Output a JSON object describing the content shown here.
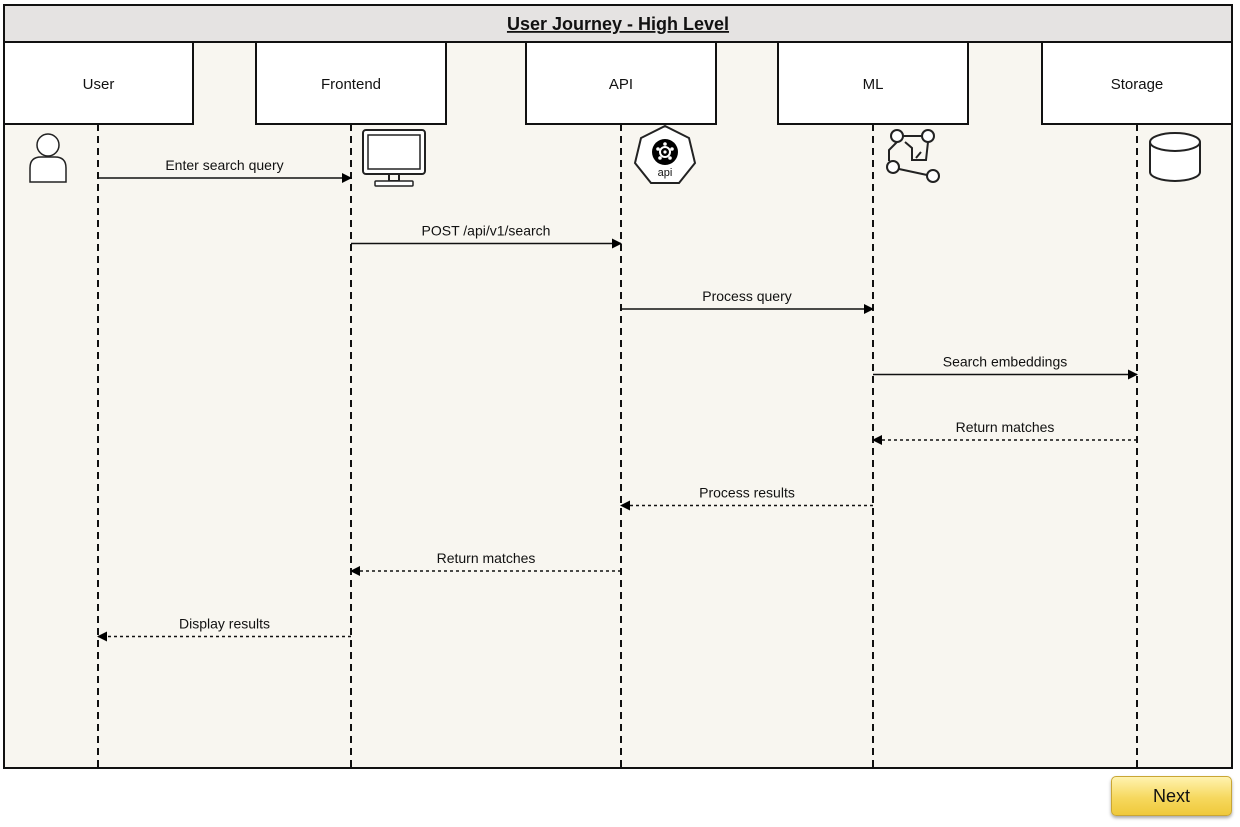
{
  "title": "User Journey - High Level",
  "lanes": [
    {
      "label": "User",
      "icon": "user-icon"
    },
    {
      "label": "Frontend",
      "icon": "monitor-icon"
    },
    {
      "label": "API",
      "icon": "api-icon",
      "icon_text": "api"
    },
    {
      "label": "ML",
      "icon": "ml-pipeline-icon"
    },
    {
      "label": "Storage",
      "icon": "database-icon"
    }
  ],
  "messages": [
    {
      "from": 0,
      "to": 1,
      "label": "Enter search query",
      "style": "solid"
    },
    {
      "from": 1,
      "to": 2,
      "label": "POST /api/v1/search",
      "style": "solid"
    },
    {
      "from": 2,
      "to": 3,
      "label": "Process query",
      "style": "solid"
    },
    {
      "from": 3,
      "to": 4,
      "label": "Search embeddings",
      "style": "solid"
    },
    {
      "from": 4,
      "to": 3,
      "label": "Return matches",
      "style": "dashed"
    },
    {
      "from": 3,
      "to": 2,
      "label": "Process results",
      "style": "dashed"
    },
    {
      "from": 2,
      "to": 1,
      "label": "Return matches",
      "style": "dashed"
    },
    {
      "from": 1,
      "to": 0,
      "label": "Display results",
      "style": "dashed"
    }
  ],
  "next_button": {
    "label": "Next"
  },
  "colors": {
    "background": "#f8f6f0",
    "header": "#e5e3e2",
    "border": "#111111",
    "button": "#f6d85e"
  }
}
